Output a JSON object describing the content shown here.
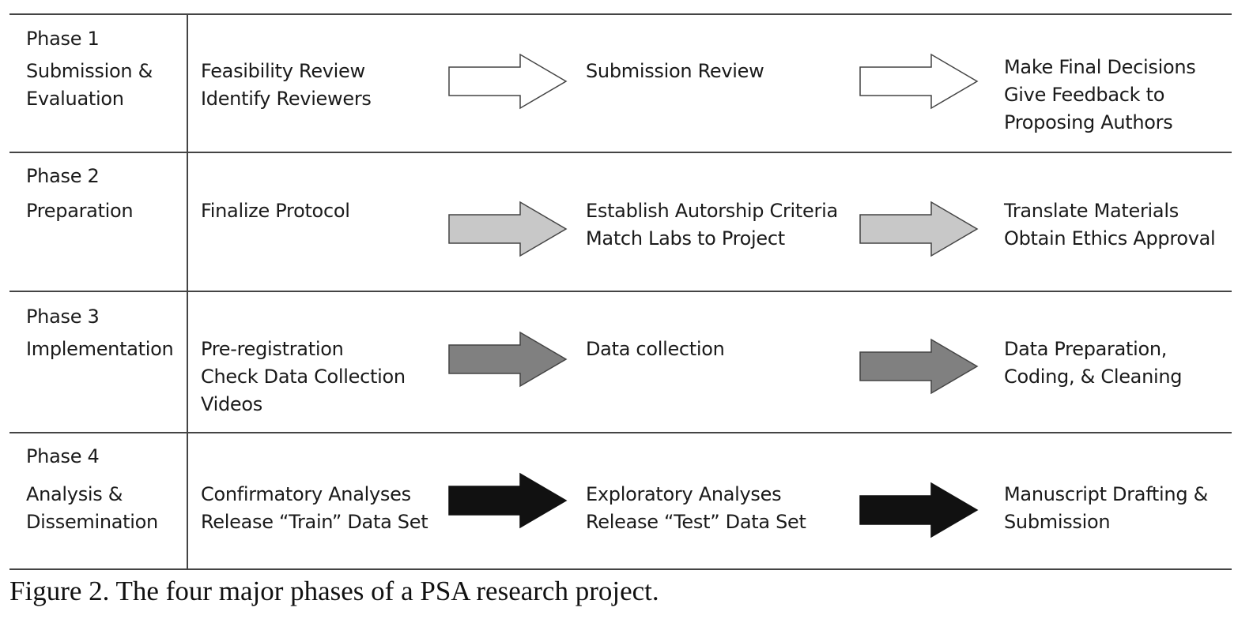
{
  "figure": {
    "caption": "Figure 2. The four major phases of a PSA research project."
  },
  "phases": [
    {
      "label": "Phase 1",
      "name": "Submission &\nEvaluation",
      "arrow_color": "#ffffff",
      "steps": [
        "Feasibility Review\nIdentify Reviewers",
        "Submission Review",
        "Make Final Decisions\nGive Feedback to\nProposing Authors"
      ]
    },
    {
      "label": "Phase 2",
      "name": "Preparation",
      "arrow_color": "#c8c8c8",
      "steps": [
        "Finalize Protocol",
        "Establish Autorship Criteria\nMatch Labs to Project",
        "Translate Materials\nObtain Ethics Approval"
      ]
    },
    {
      "label": "Phase 3",
      "name": "Implementation",
      "arrow_color": "#808080",
      "steps": [
        "Pre-registration\nCheck Data Collection\nVideos",
        "Data collection",
        "Data Preparation,\nCoding, & Cleaning"
      ]
    },
    {
      "label": "Phase 4",
      "name": "Analysis &\nDissemination",
      "arrow_color": "#111111",
      "steps": [
        "Confirmatory Analyses\nRelease “Train” Data Set",
        "Exploratory Analyses\nRelease “Test” Data Set",
        "Manuscript Drafting &\nSubmission"
      ]
    }
  ]
}
